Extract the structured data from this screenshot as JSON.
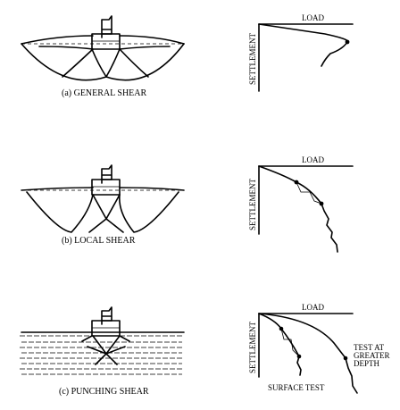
{
  "panels": [
    {
      "caption": "(a) GENERAL SHEAR",
      "load_label": "LOAD",
      "settlement_label": "SETTLEMENT"
    },
    {
      "caption": "(b) LOCAL SHEAR",
      "load_label": "LOAD",
      "settlement_label": "SETTLEMENT"
    },
    {
      "caption": "(c) PUNCHING SHEAR",
      "load_label": "LOAD",
      "settlement_label": "SETTLEMENT",
      "surface_test_label": "SURFACE TEST",
      "deep_test_label_lines": [
        "TEST AT",
        "GREATER",
        "DEPTH"
      ]
    }
  ]
}
